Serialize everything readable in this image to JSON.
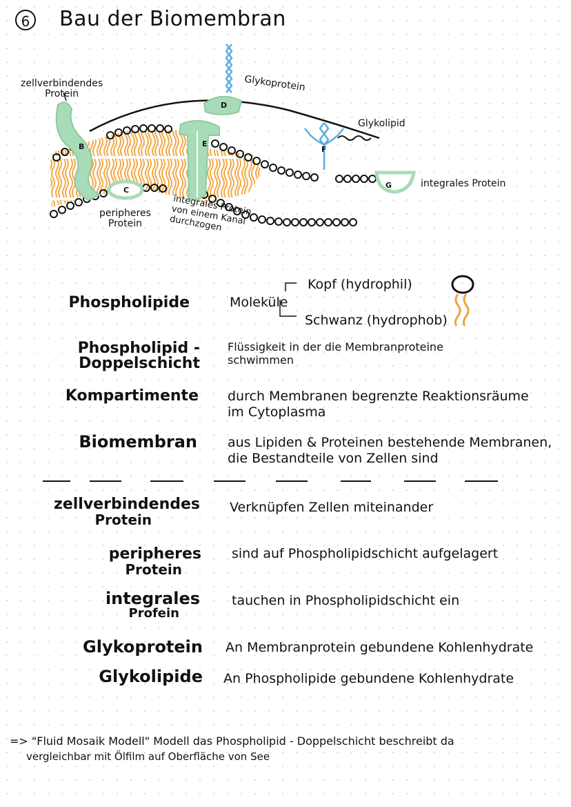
{
  "page": {
    "number": "6",
    "title": "Bau der Biomembran"
  },
  "diagram": {
    "labels": {
      "zellverbindendes": "zellverbindendes\nProtein",
      "glykoprotein": "Glykoprotein",
      "glykolipid": "Glykolipid",
      "integrales_right": "integrales Protein",
      "peripheres": "peripheres\nProtein",
      "integrales_kanal": "integrales Protein\nvon einem Kanal\ndurchzogen"
    },
    "letters": [
      "B",
      "C",
      "D",
      "E",
      "F",
      "G"
    ],
    "colors": {
      "protein": "#a8dcb8",
      "protein_outline": "#8fcaa2",
      "tail": "#f2a33a",
      "sugar": "#5aaee0",
      "line": "#111111"
    }
  },
  "phospholipid": {
    "term": "Phospholipide",
    "molecule": "Moleküle",
    "head": "Kopf (hydrophil)",
    "tail": "Schwanz (hydrophob)"
  },
  "definitions": [
    {
      "term": "Phospholipid - Doppelschicht",
      "text": "Flüssigkeit in der die Membranproteine\nschwimmen"
    },
    {
      "term": "Kompartimente",
      "text": "durch Membranen begrenzte Reaktionsräume\nim Cytoplasma"
    },
    {
      "term": "Biomembran",
      "text": "aus Lipiden & Proteinen bestehende Membranen,\ndie Bestandteile von Zellen sind"
    }
  ],
  "proteins": [
    {
      "term": "zellverbindendes",
      "sub": "Protein",
      "text": "Verknüpfen Zellen miteinander"
    },
    {
      "term": "peripheres",
      "sub": "Protein",
      "text": "sind auf Phospholipidschicht aufgelagert"
    },
    {
      "term": "integrales",
      "sub": "Profein",
      "text": "tauchen in Phospholipidschicht ein"
    },
    {
      "term": "Glykoprotein",
      "sub": "",
      "text": "An Membranprotein gebundene Kohlenhydrate"
    },
    {
      "term": "Glykolipide",
      "sub": "",
      "text": "An Phospholipide gebundene Kohlenhydrate"
    }
  ],
  "footer": {
    "line1": "=> \"Fluid Mosaik Modell\" Modell das Phospholipid - Doppelschicht beschreibt da",
    "line2": "vergleichbar mit Ölfilm auf Oberfläche von See"
  }
}
